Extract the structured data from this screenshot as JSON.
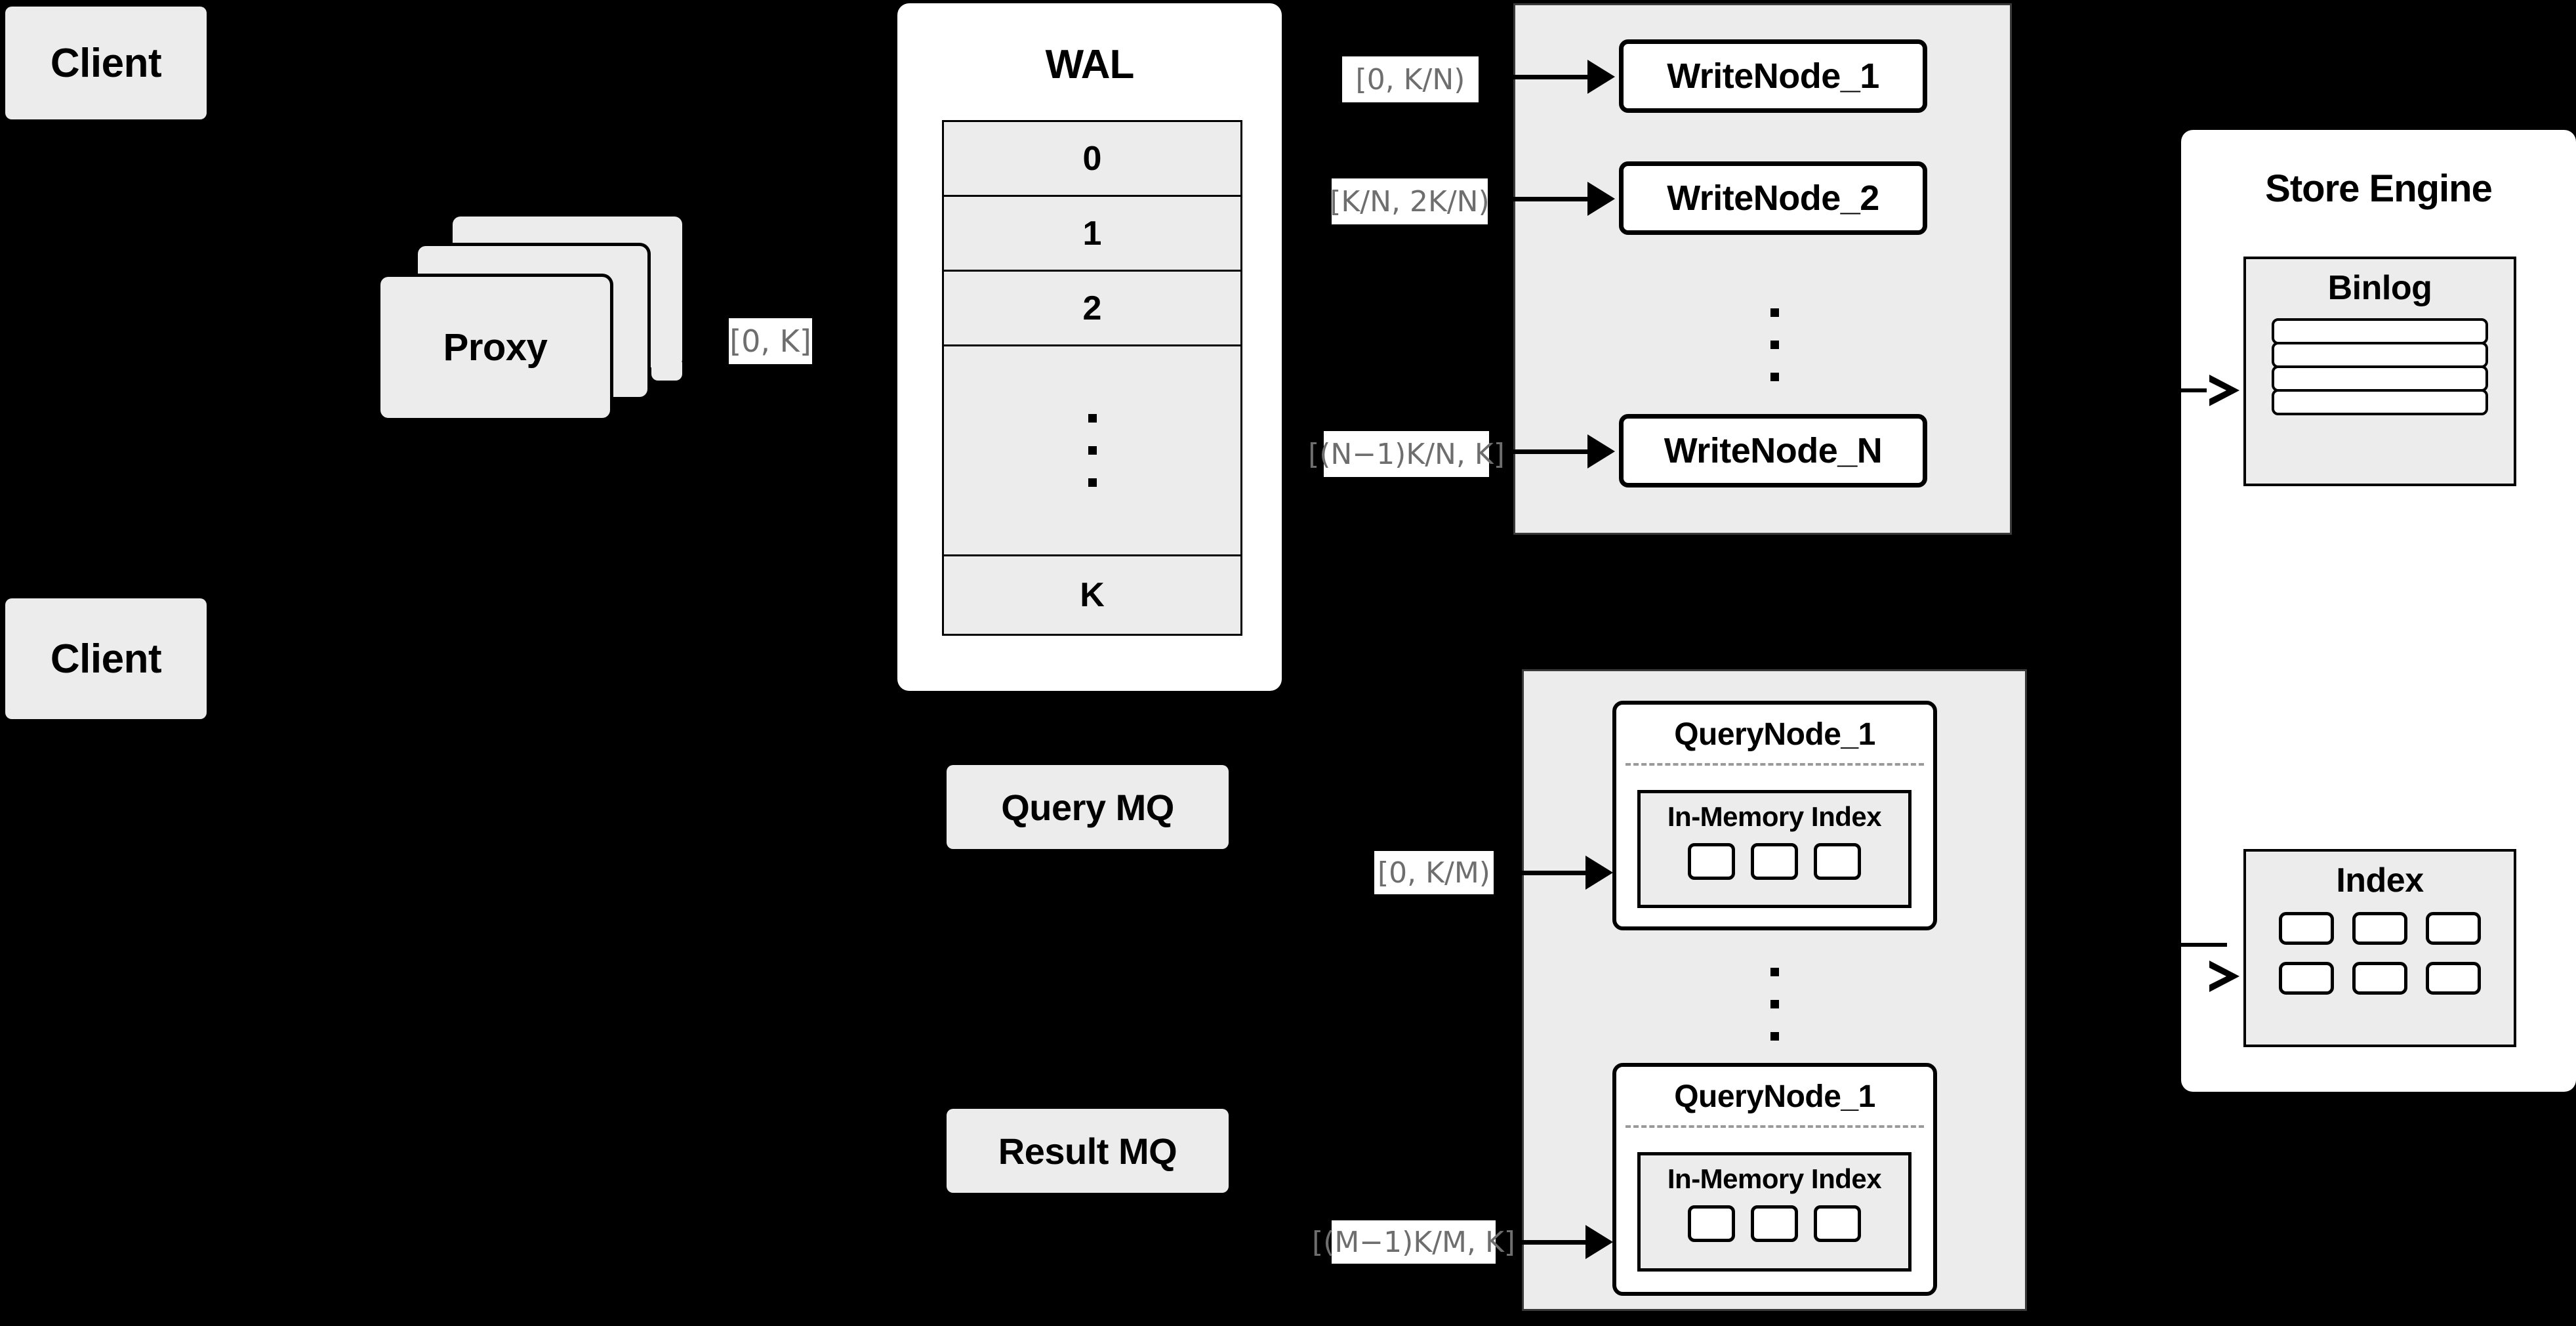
{
  "diagram": {
    "title": "Distributed Write/Query Architecture",
    "background_color": "#000000",
    "node_fill": "#ececec",
    "node_stroke": "#000000",
    "chip_text_color": "#6e6e6e"
  },
  "clients": [
    {
      "label": "Client"
    },
    {
      "label": "Client"
    }
  ],
  "proxy": {
    "label": "Proxy",
    "stack_count": 3,
    "range_chip": "[0, K]"
  },
  "wal": {
    "title": "WAL",
    "rows": [
      "0",
      "1",
      "2",
      "⋮",
      "K"
    ],
    "ellipsis_index": 3
  },
  "write_group": {
    "nodes": [
      {
        "label": "WriteNode_1",
        "range": "[0,  K/N)"
      },
      {
        "label": "WriteNode_2",
        "range": "[K/N, 2K/N)"
      },
      {
        "label": "WriteNode_N",
        "range": "[(N−1)K/N,  K]"
      }
    ],
    "ellipsis_dots": 3
  },
  "query_group": {
    "nodes": [
      {
        "label": "QueryNode_1",
        "range": "[0, K/M)",
        "index_label": "In-Memory Index",
        "index_cells": 3
      },
      {
        "label": "QueryNode_1",
        "range": "[(M−1)K/M, K]",
        "index_label": "In-Memory Index",
        "index_cells": 3
      }
    ],
    "ellipsis_dots": 3
  },
  "message_queues": [
    {
      "label": "Query MQ"
    },
    {
      "label": "Result MQ"
    }
  ],
  "store_engine": {
    "title": "Store Engine",
    "binlog": {
      "title": "Binlog",
      "row_count": 4
    },
    "index": {
      "title": "Index",
      "cell_count": 6,
      "rows": 2,
      "cols": 3
    }
  }
}
